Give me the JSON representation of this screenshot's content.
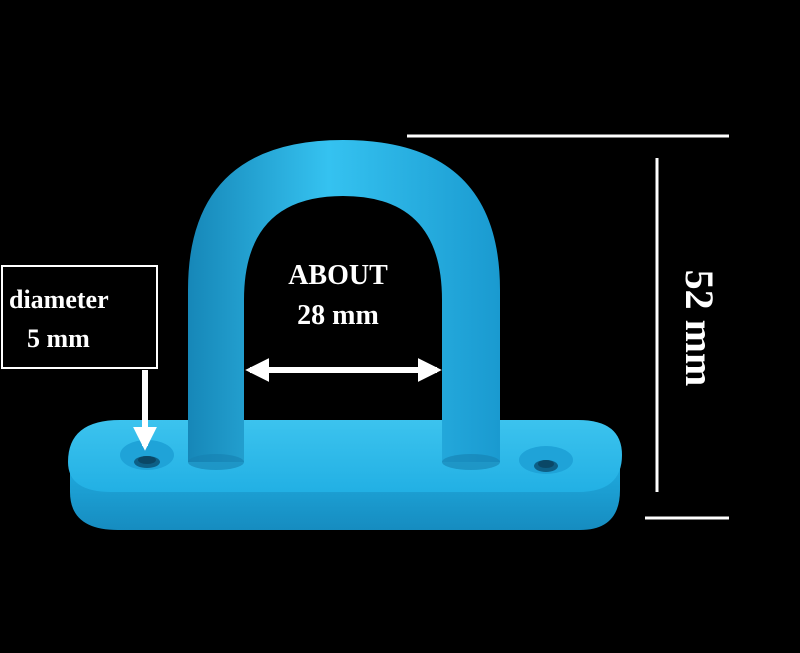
{
  "colors": {
    "background": "#000000",
    "part": "#1FB2E6",
    "part_dark": "#1687B8",
    "part_light": "#5FD0F5",
    "annotation": "#ffffff"
  },
  "annotations": {
    "hole_diameter": {
      "label": "diameter",
      "value": "5 mm"
    },
    "inner_width": {
      "label": "ABOUT",
      "value": "28 mm"
    },
    "height": {
      "value": "52 mm"
    }
  }
}
